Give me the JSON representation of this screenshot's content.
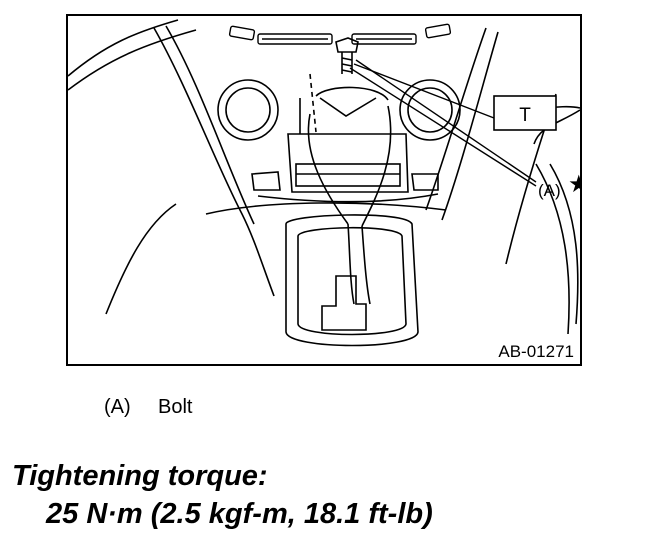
{
  "figure": {
    "id_label": "AB-01271",
    "callout_a": "(A)",
    "callout_star": "★",
    "torque_box": "T"
  },
  "legend": {
    "items": [
      {
        "code": "(A)",
        "label": "Bolt"
      }
    ]
  },
  "torque": {
    "heading": "Tightening torque:",
    "value": "25 N·m (2.5 kgf-m, 18.1 ft-lb)"
  }
}
